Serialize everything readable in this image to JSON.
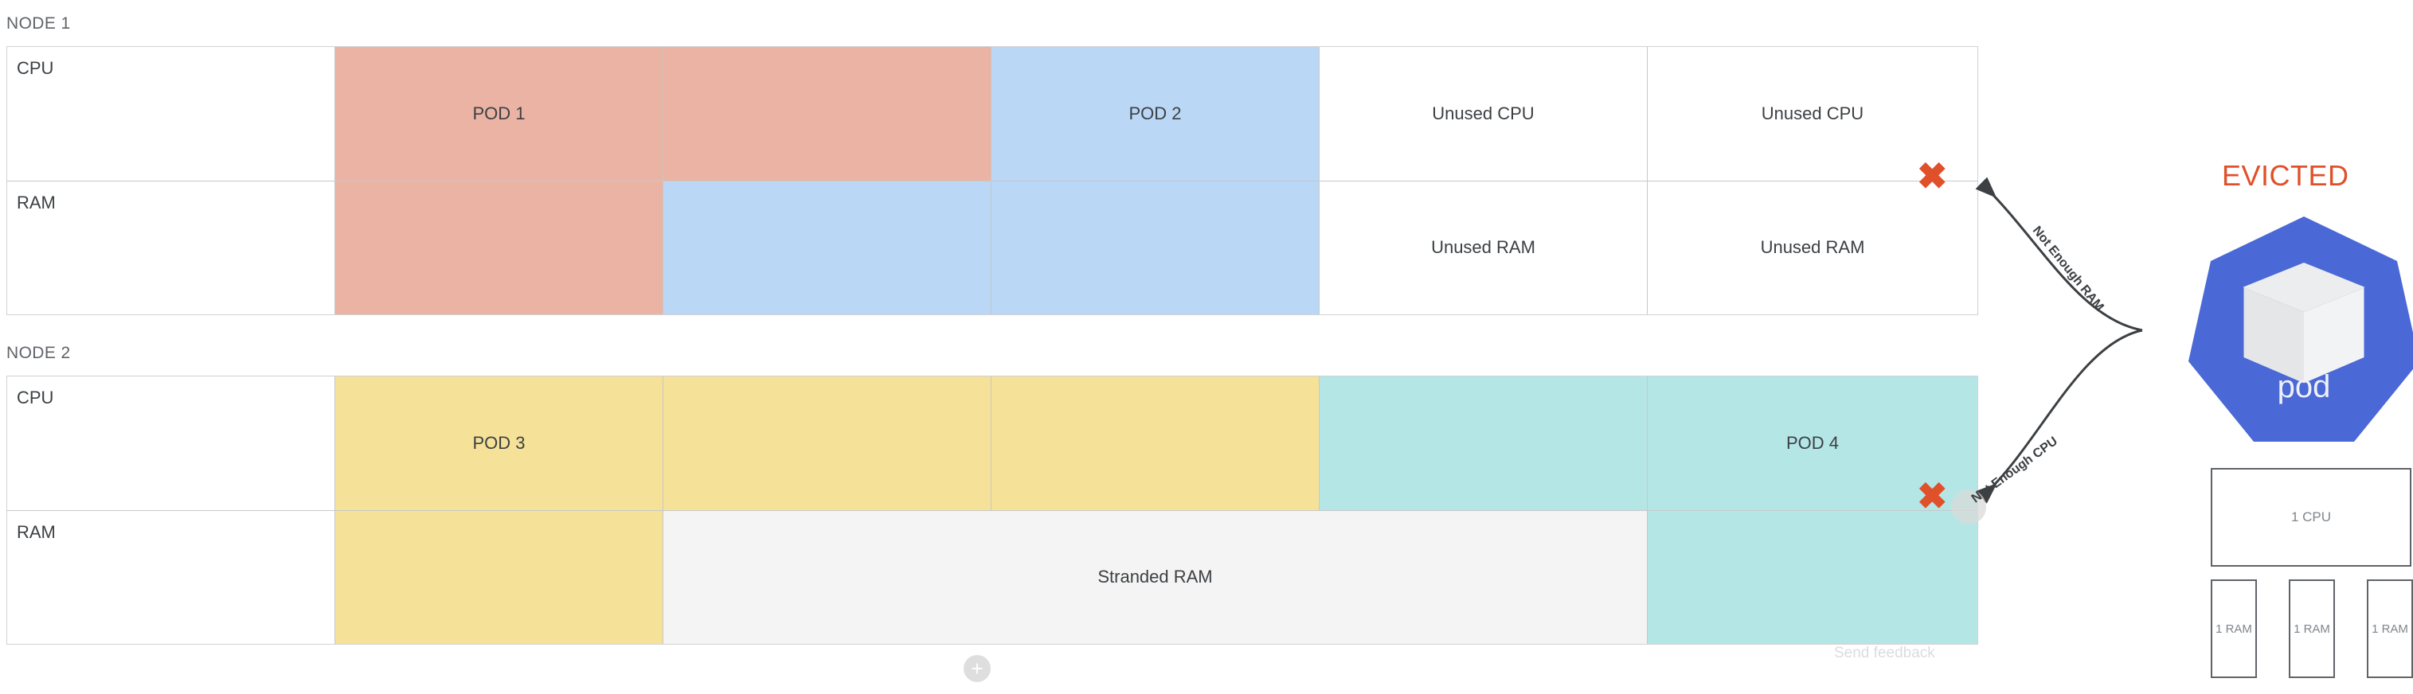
{
  "diagram": {
    "title_node1": "NODE 1",
    "title_node2": "NODE 2",
    "row_label_cpu": "CPU",
    "row_label_ram": "RAM"
  },
  "node1": {
    "label": "NODE 1",
    "cpu": {
      "row_label": "CPU",
      "cells": [
        {
          "text": "POD 1",
          "color": "#eab3a4"
        },
        {
          "text": "",
          "color": "#eab3a4"
        },
        {
          "text": "POD 2",
          "color": "#bad7f5"
        },
        {
          "text": "Unused CPU",
          "color": "#ffffff"
        },
        {
          "text": "Unused CPU",
          "color": "#ffffff"
        }
      ]
    },
    "ram": {
      "row_label": "RAM",
      "cells": [
        {
          "text": "",
          "color": "#eab3a4"
        },
        {
          "text": "",
          "color": "#bad7f5"
        },
        {
          "text": "",
          "color": "#bad7f5"
        },
        {
          "text": "Unused RAM",
          "color": "#ffffff"
        },
        {
          "text": "Unused RAM",
          "color": "#ffffff"
        }
      ]
    }
  },
  "node2": {
    "label": "NODE 2",
    "cpu": {
      "row_label": "CPU",
      "cells": [
        {
          "text": "POD 3",
          "color": "#f6e199"
        },
        {
          "text": "",
          "color": "#f6e199"
        },
        {
          "text": "",
          "color": "#f6e199"
        },
        {
          "text": "",
          "color": "#b4e6e6"
        },
        {
          "text": "POD 4",
          "color": "#b4e6e6"
        }
      ]
    },
    "ram": {
      "row_label": "RAM",
      "cells": [
        {
          "text": "",
          "color": "#f6e199"
        },
        {
          "text": "Stranded RAM",
          "color": "#f4f4f4",
          "span": 3
        },
        {
          "text": "",
          "color": "#b4e6e6"
        }
      ]
    }
  },
  "edges": [
    {
      "id": "edge-not-enough-ram",
      "label": "Not Enough RAM",
      "marker": "x-mark"
    },
    {
      "id": "edge-not-enough-cpu",
      "label": "Not Enough CPU",
      "marker": "x-mark"
    }
  ],
  "evicted_pod": {
    "status": "EVICTED",
    "logo_word": "pod",
    "requests": {
      "cpu": "1 CPU",
      "ram": [
        "1 RAM",
        "1 RAM",
        "1 RAM"
      ]
    }
  },
  "footer": {
    "add_button": "+",
    "feedback": "Send feedback"
  },
  "colors": {
    "evicted": "#e0502a",
    "pod_blue": "#4a68d6",
    "pink": "#eab3a4",
    "blue": "#bad7f5",
    "yellow": "#f6e199",
    "teal": "#b4e6e6",
    "stranded": "#f4f4f4"
  }
}
